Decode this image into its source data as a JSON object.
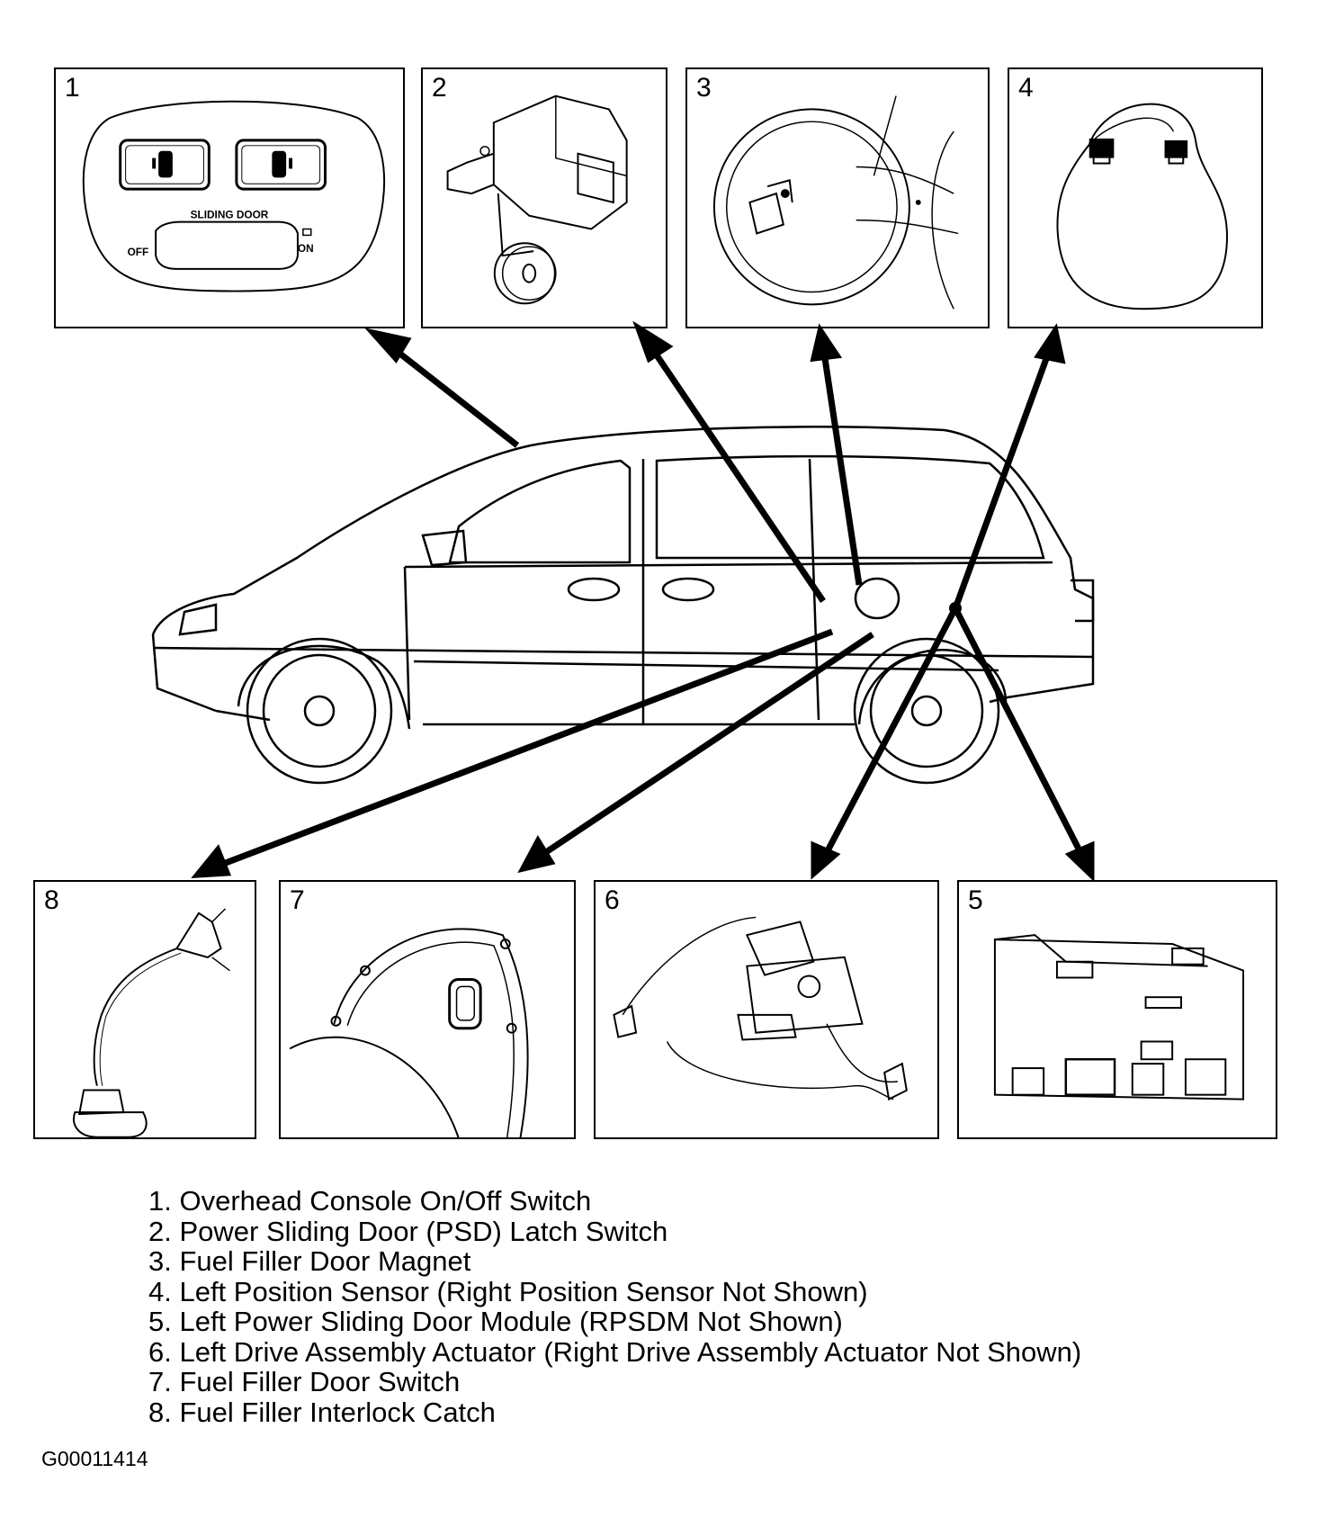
{
  "panels": [
    {
      "num": "1",
      "name": "Overhead Console On/Off Switch"
    },
    {
      "num": "2",
      "name": "Power Sliding Door (PSD) Latch Switch"
    },
    {
      "num": "3",
      "name": "Fuel Filler Door Magnet"
    },
    {
      "num": "4",
      "name": "Left Position Sensor"
    },
    {
      "num": "5",
      "name": "Left Power Sliding Door Module"
    },
    {
      "num": "6",
      "name": "Left Drive Assembly Actuator"
    },
    {
      "num": "7",
      "name": "Fuel Filler Door Switch"
    },
    {
      "num": "8",
      "name": "Fuel Filler Interlock Catch"
    }
  ],
  "console_labels": {
    "sliding_door": "SLIDING DOOR",
    "off": "OFF",
    "on": "ON"
  },
  "legend": [
    "1. Overhead Console On/Off Switch",
    "2. Power Sliding Door (PSD) Latch Switch",
    "3. Fuel Filler Door Magnet",
    "4. Left Position Sensor (Right Position Sensor Not Shown)",
    "5. Left Power Sliding Door Module (RPSDM Not Shown)",
    "6. Left Drive Assembly Actuator (Right Drive Assembly Actuator Not Shown)",
    "7. Fuel Filler Door Switch",
    "8. Fuel Filler Interlock Catch"
  ],
  "figure_id": "G00011414"
}
